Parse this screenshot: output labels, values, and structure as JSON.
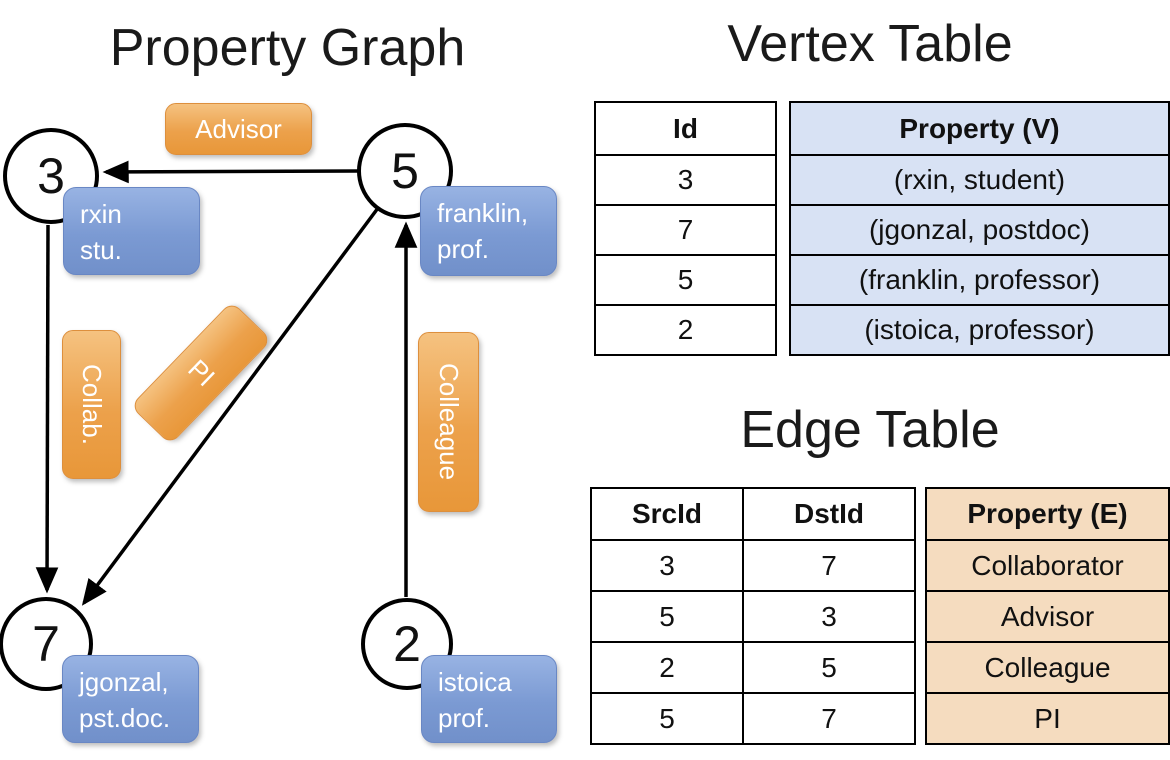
{
  "titles": {
    "graph": "Property Graph",
    "vertex_table": "Vertex Table",
    "edge_table": "Edge Table"
  },
  "graph": {
    "vertices": [
      {
        "id": "3",
        "line1": "rxin",
        "line2": "stu."
      },
      {
        "id": "5",
        "line1": "franklin,",
        "line2": "prof."
      },
      {
        "id": "7",
        "line1": "jgonzal,",
        "line2": "pst.doc."
      },
      {
        "id": "2",
        "line1": "istoica",
        "line2": "prof."
      }
    ],
    "edges": [
      {
        "label": "Advisor"
      },
      {
        "label": "Collab."
      },
      {
        "label": "PI"
      },
      {
        "label": "Colleague"
      }
    ]
  },
  "vertex_table": {
    "col_id": "Id",
    "col_prop": "Property (V)",
    "rows": [
      {
        "id": "3",
        "prop": "(rxin, student)"
      },
      {
        "id": "7",
        "prop": "(jgonzal, postdoc)"
      },
      {
        "id": "5",
        "prop": "(franklin, professor)"
      },
      {
        "id": "2",
        "prop": "(istoica, professor)"
      }
    ]
  },
  "edge_table": {
    "col_src": "SrcId",
    "col_dst": "DstId",
    "col_prop": "Property (E)",
    "rows": [
      {
        "src": "3",
        "dst": "7",
        "prop": "Collaborator"
      },
      {
        "src": "5",
        "dst": "3",
        "prop": "Advisor"
      },
      {
        "src": "2",
        "dst": "5",
        "prop": "Colleague"
      },
      {
        "src": "5",
        "dst": "7",
        "prop": "PI"
      }
    ]
  },
  "colors": {
    "edge_label_orange": "#EC9F46",
    "edge_label_border": "#DD8F3D",
    "vertex_label_blue": "#7B9AD3",
    "vertex_label_border": "#6987C4",
    "vertex_prop_cell_bg": "#D8E2F4",
    "edge_prop_cell_bg": "#F5DCBF",
    "line_color": "#000000"
  }
}
